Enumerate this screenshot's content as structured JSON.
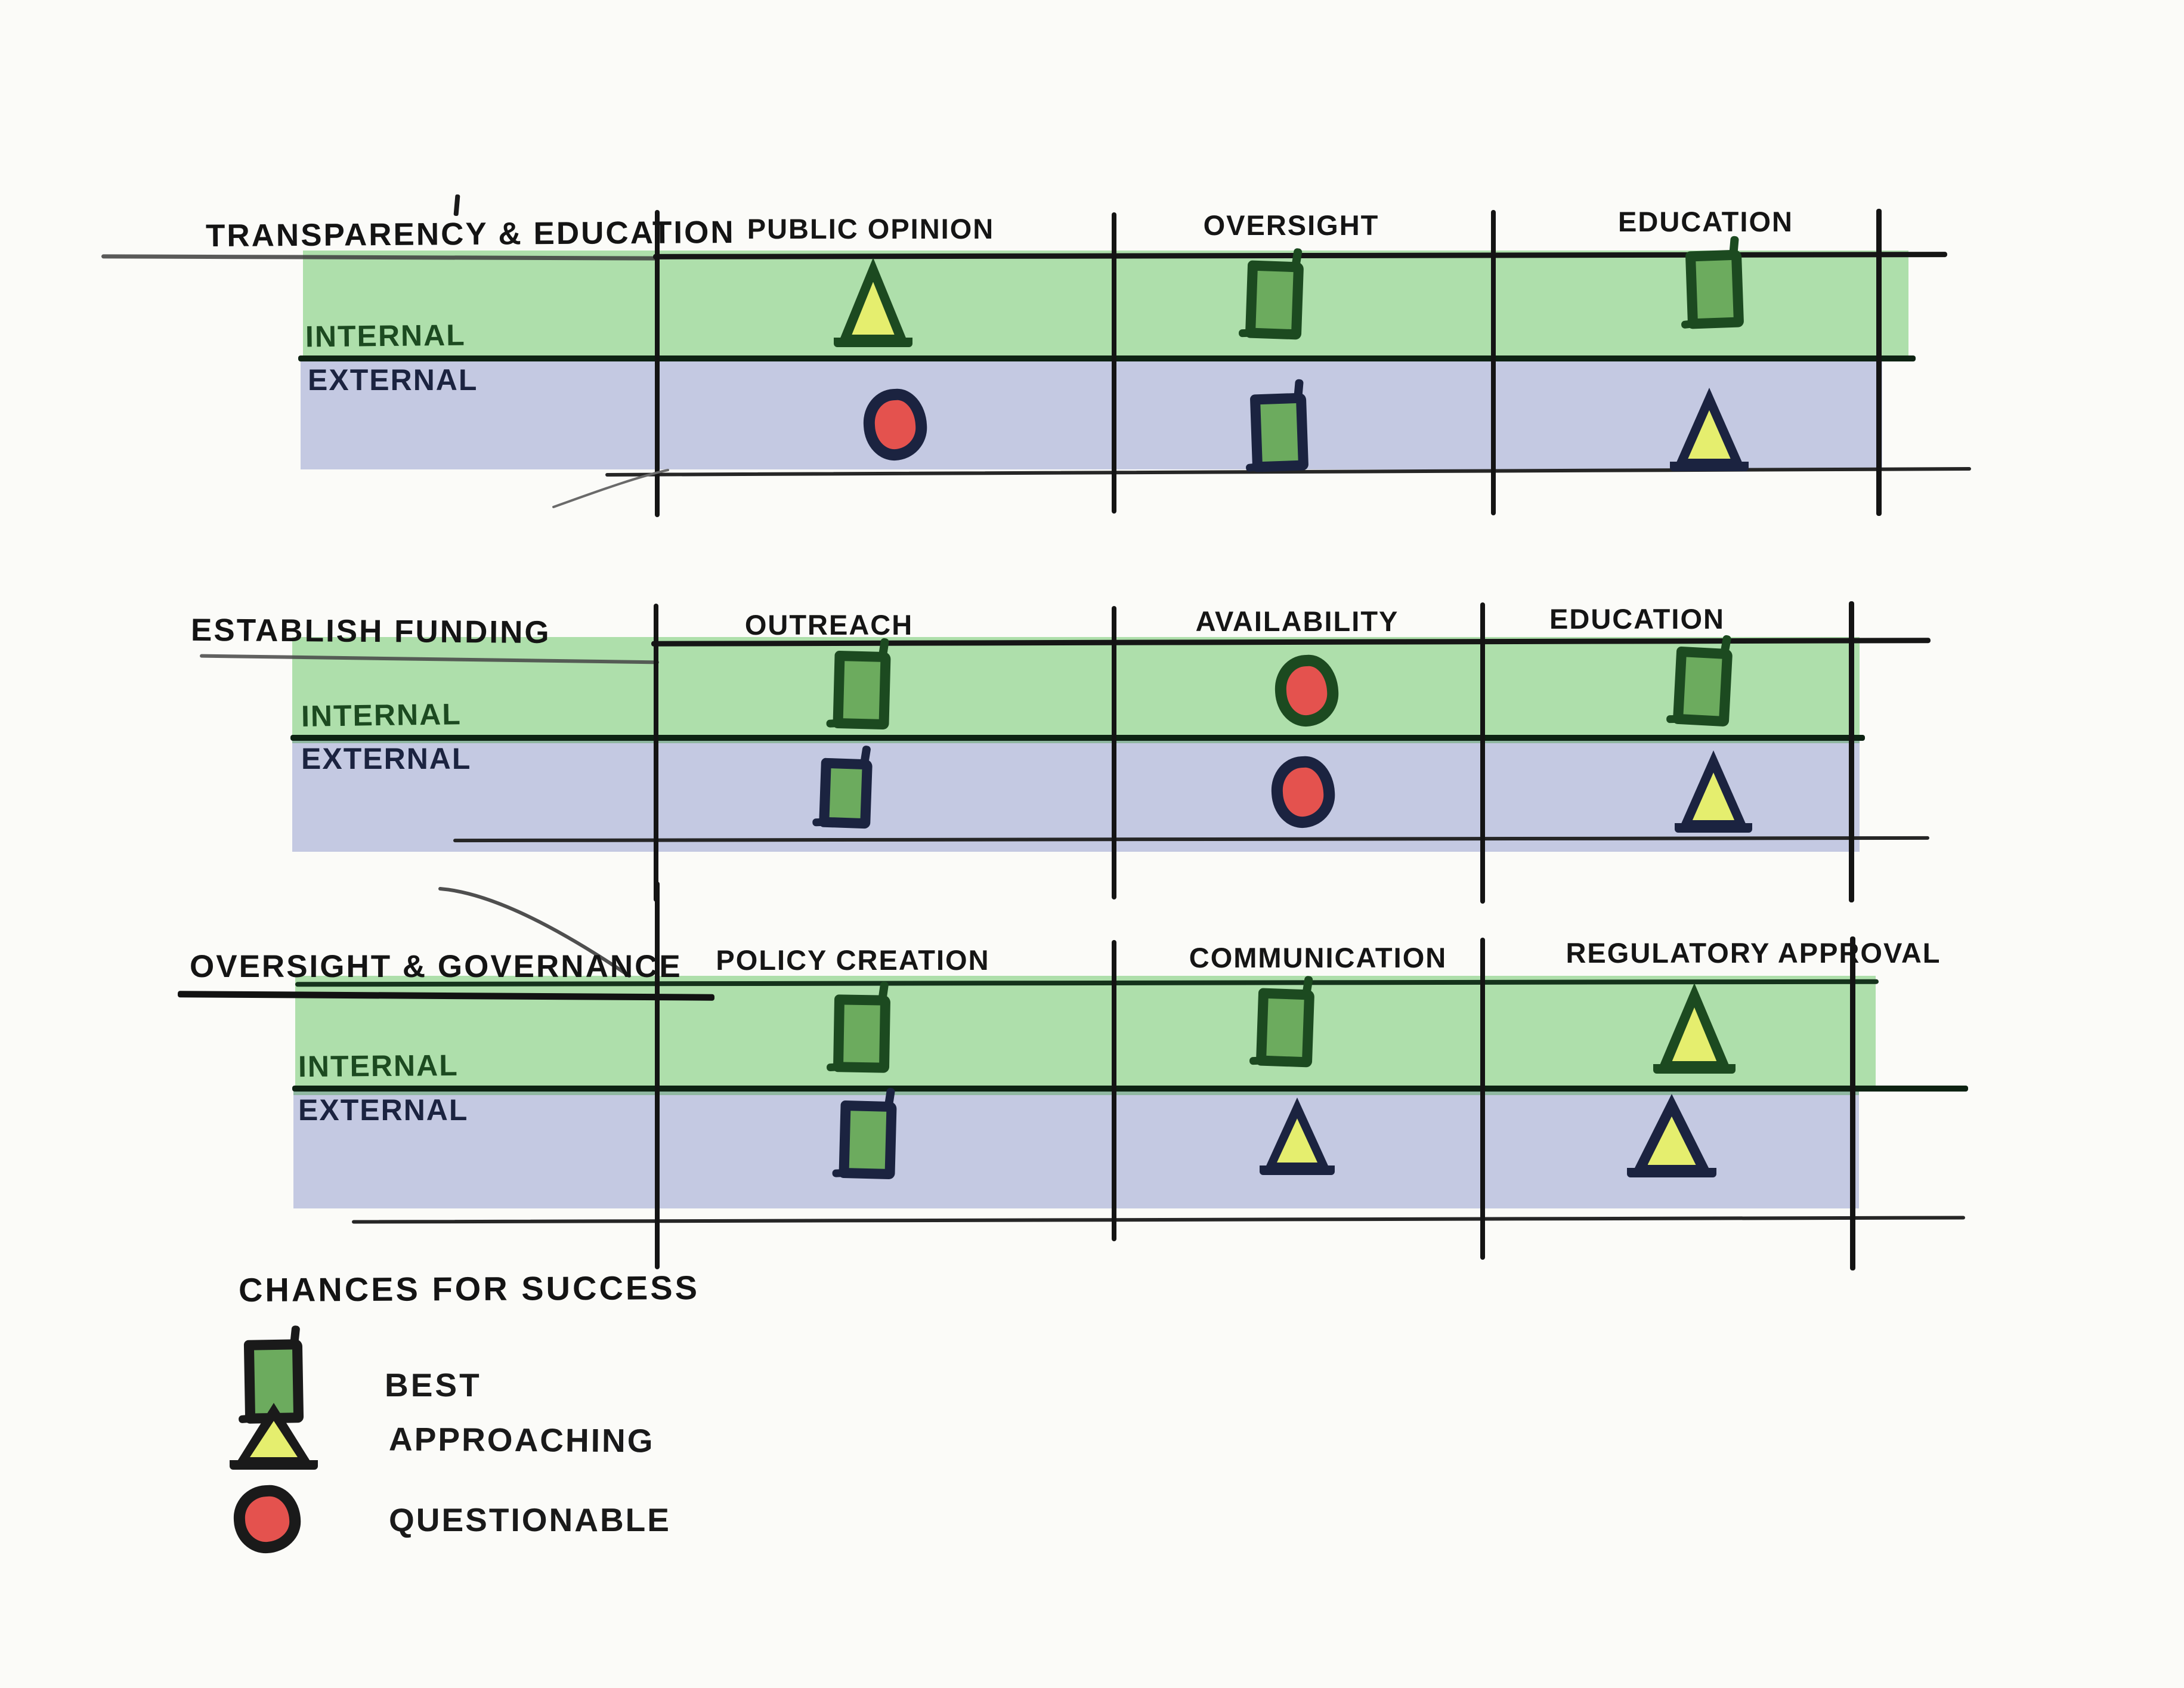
{
  "colors": {
    "paper": "#fbfbf8",
    "band_internal": "#aedfab",
    "band_external": "#c4c9e2",
    "teal_edge": "#8fb7a1",
    "ink_internal": "#1c4a20",
    "ink_external": "#1b2340",
    "best_fill": "#6cab5e",
    "approaching_fill": "#e5ee6e",
    "questionable_fill": "#e4524e"
  },
  "tables": [
    {
      "title": "TRANSPARENCY & EDUCATION",
      "columns": [
        "PUBLIC OPINION",
        "OVERSIGHT",
        "EDUCATION"
      ],
      "rows": [
        {
          "label": "INTERNAL",
          "cells": [
            "approaching",
            "best",
            "best"
          ]
        },
        {
          "label": "EXTERNAL",
          "cells": [
            "questionable",
            "best",
            "approaching"
          ]
        }
      ]
    },
    {
      "title": "ESTABLISH FUNDING",
      "columns": [
        "OUTREACH",
        "AVAILABILITY",
        "EDUCATION"
      ],
      "rows": [
        {
          "label": "INTERNAL",
          "cells": [
            "best",
            "questionable",
            "best"
          ]
        },
        {
          "label": "EXTERNAL",
          "cells": [
            "best",
            "questionable",
            "approaching"
          ]
        }
      ]
    },
    {
      "title": "OVERSIGHT & GOVERNANCE",
      "columns": [
        "POLICY CREATION",
        "COMMUNICATION",
        "REGULATORY APPROVAL"
      ],
      "rows": [
        {
          "label": "INTERNAL",
          "cells": [
            "best",
            "best",
            "approaching"
          ]
        },
        {
          "label": "EXTERNAL",
          "cells": [
            "best",
            "approaching",
            "approaching"
          ]
        }
      ]
    }
  ],
  "legend": {
    "title": "CHANCES FOR SUCCESS",
    "items": [
      {
        "symbol": "best",
        "label": "BEST"
      },
      {
        "symbol": "approaching",
        "label": "APPROACHING"
      },
      {
        "symbol": "questionable",
        "label": "QUESTIONABLE"
      }
    ]
  }
}
